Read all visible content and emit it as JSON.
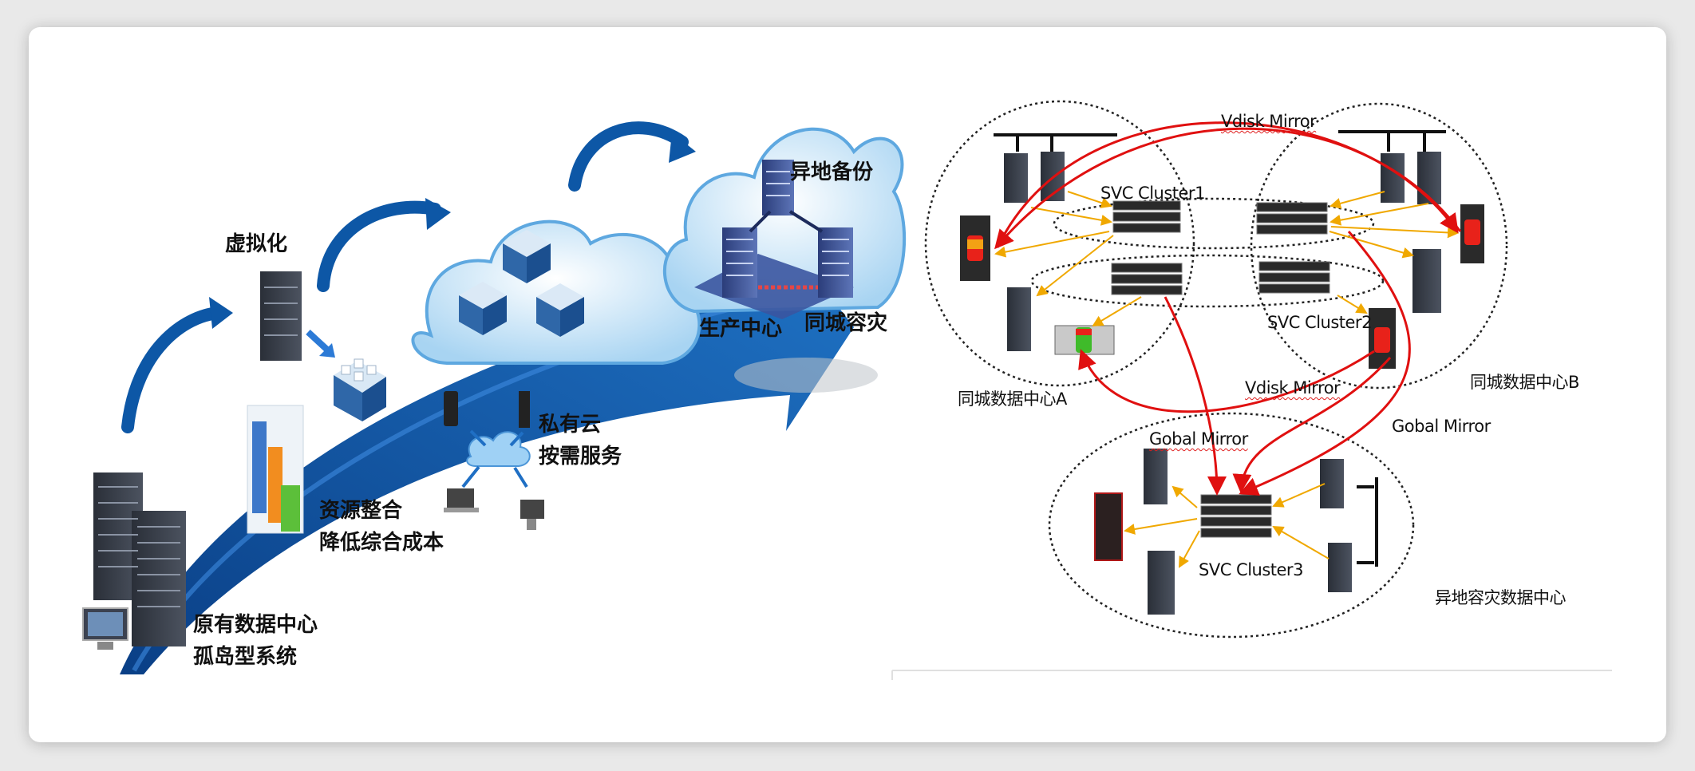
{
  "left_panel": {
    "stage1": {
      "line1": "原有数据中心",
      "line2": "孤岛型系统"
    },
    "stage2": {
      "title": "虚拟化"
    },
    "stage3": {
      "line1": "资源整合",
      "line2": "降低综合成本"
    },
    "stage4": {
      "line1": "私有云",
      "line2": "按需服务"
    },
    "stage5": {
      "top": "异地备份",
      "left": "生产中心",
      "right": "同城容灾"
    }
  },
  "right_panel": {
    "dc_a": "同城数据中心A",
    "dc_b": "同城数据中心B",
    "dc_remote": "异地容灾数据中心",
    "cluster1": "SVC Cluster1",
    "cluster2": "SVC Cluster2",
    "cluster3": "SVC Cluster3",
    "mirror_top": "Vdisk  Mirror",
    "mirror_mid": "Vdisk  Mirror",
    "gobal_left": "Gobal Mirror",
    "gobal_right": "Gobal Mirror"
  },
  "colors": {
    "arrow_blue": "#0d57a6",
    "cloud": "#cfe7f7",
    "red_link": "#e01010",
    "orange_link": "#f0a800"
  }
}
